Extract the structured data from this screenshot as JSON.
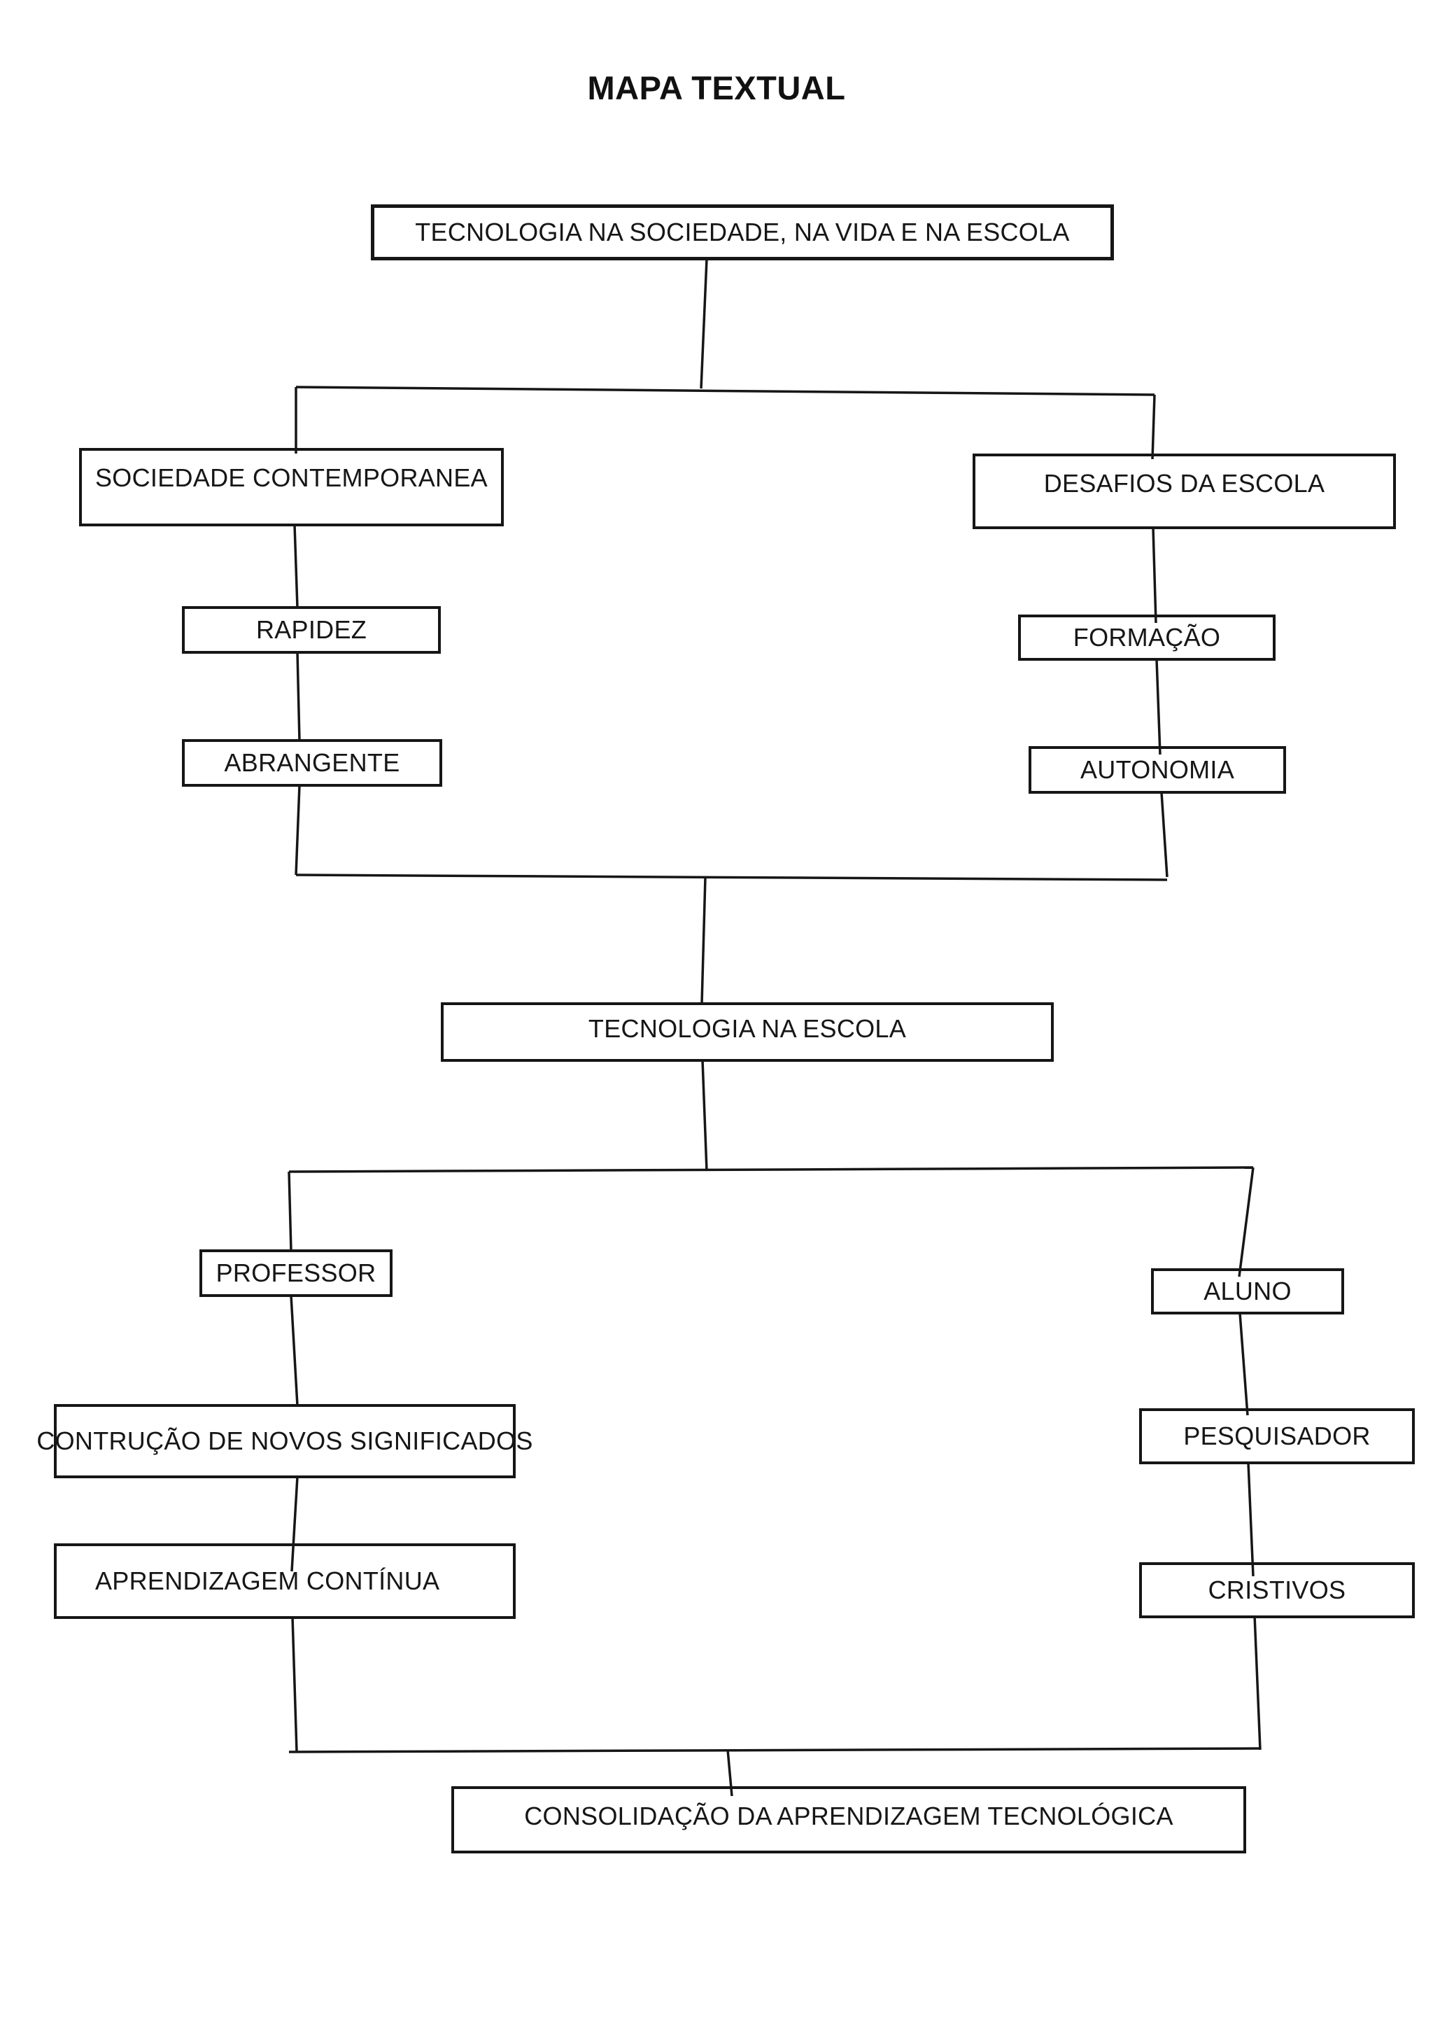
{
  "title": "MAPA TEXTUAL",
  "colors": {
    "ink": "#161616",
    "background": "#ffffff"
  },
  "nodes": {
    "root": {
      "label": "TECNOLOGIA NA SOCIEDADE, NA VIDA E NA ESCOLA"
    },
    "sociedade": {
      "label": "SOCIEDADE CONTEMPORANEA"
    },
    "desafios": {
      "label": "DESAFIOS DA ESCOLA"
    },
    "rapidez": {
      "label": "RAPIDEZ"
    },
    "abrangente": {
      "label": "ABRANGENTE"
    },
    "formacao": {
      "label": "FORMAÇÃO"
    },
    "autonomia": {
      "label": "AUTONOMIA"
    },
    "tec_escola": {
      "label": "TECNOLOGIA NA ESCOLA"
    },
    "professor": {
      "label": "PROFESSOR"
    },
    "aluno": {
      "label": "ALUNO"
    },
    "contrucao": {
      "label": "CONTRUÇÃO DE NOVOS SIGNIFICADOS"
    },
    "pesquisador": {
      "label": "PESQUISADOR"
    },
    "aprendizagem": {
      "label": "APRENDIZAGEM CONTÍNUA"
    },
    "cristivos": {
      "label": "CRISTIVOS"
    },
    "consolidacao": {
      "label": "CONSOLIDAÇÃO DA APRENDIZAGEM TECNOLÓGICA"
    }
  },
  "edges": [
    [
      "root",
      "sociedade"
    ],
    [
      "root",
      "desafios"
    ],
    [
      "sociedade",
      "rapidez"
    ],
    [
      "rapidez",
      "abrangente"
    ],
    [
      "desafios",
      "formacao"
    ],
    [
      "formacao",
      "autonomia"
    ],
    [
      "abrangente",
      "tec_escola"
    ],
    [
      "autonomia",
      "tec_escola"
    ],
    [
      "tec_escola",
      "professor"
    ],
    [
      "tec_escola",
      "aluno"
    ],
    [
      "professor",
      "contrucao"
    ],
    [
      "contrucao",
      "aprendizagem"
    ],
    [
      "aluno",
      "pesquisador"
    ],
    [
      "pesquisador",
      "cristivos"
    ],
    [
      "aprendizagem",
      "consolidacao"
    ],
    [
      "cristivos",
      "consolidacao"
    ]
  ]
}
